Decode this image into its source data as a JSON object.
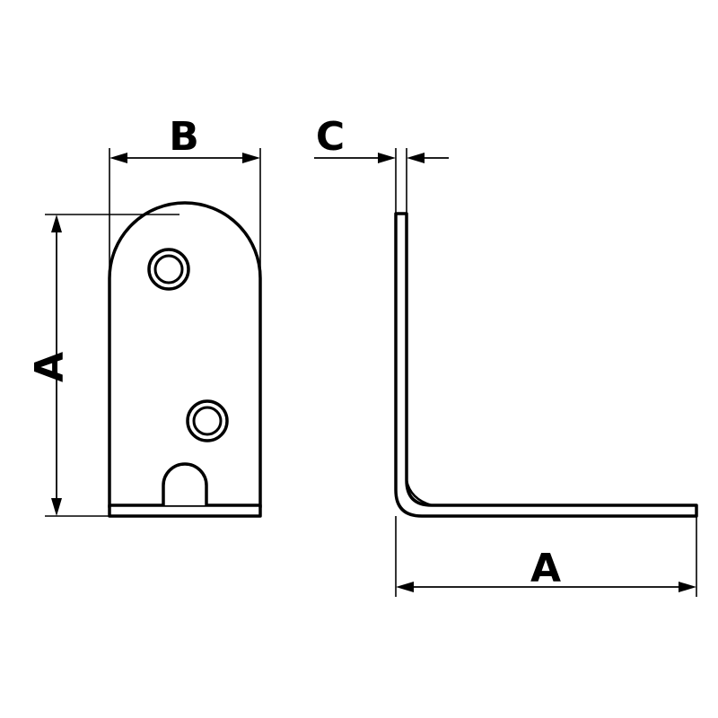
{
  "labels": {
    "height_left": "A",
    "width_front": "B",
    "thickness": "C",
    "length_bottom": "A"
  },
  "colors": {
    "line": "#000000",
    "background": "#ffffff"
  }
}
